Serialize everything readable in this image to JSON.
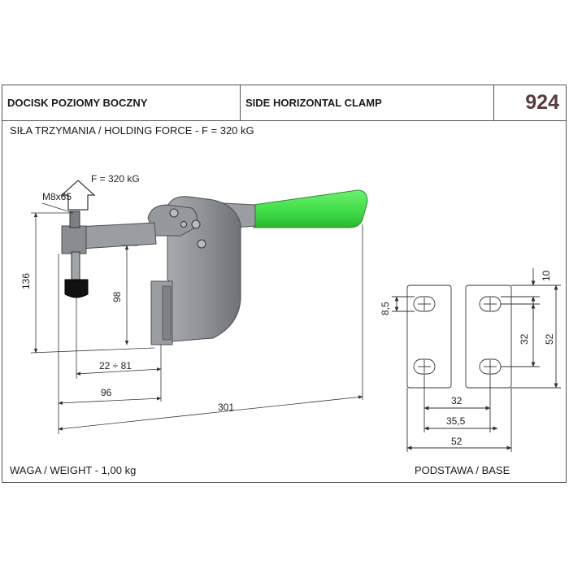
{
  "header": {
    "title_pl": "DOCISK POZIOMY BOCZNY",
    "title_en": "SIDE HORIZONTAL CLAMP",
    "model_number": "924"
  },
  "specs": {
    "holding_force": "SIŁA TRZYMANIA / HOLDING FORCE - F = 320 kG",
    "weight": "WAGA / WEIGHT - 1,00 kg",
    "base_label": "PODSTAWA / BASE"
  },
  "drawing": {
    "force_label": "F = 320 kG",
    "thread_label": "M8x65",
    "dim_136": "136",
    "dim_98": "98",
    "dim_22_81": "22 ÷ 81",
    "dim_96": "96",
    "dim_301": "301"
  },
  "base_drawing": {
    "dim_8_5": "8,5",
    "dim_10": "10",
    "dim_32_vertical": "32",
    "dim_52_vertical": "52",
    "dim_32": "32",
    "dim_35_5": "35,5",
    "dim_52": "52"
  },
  "colors": {
    "handle_green": "#44e04a",
    "body_gray": "#8e9196",
    "line": "#333333"
  }
}
